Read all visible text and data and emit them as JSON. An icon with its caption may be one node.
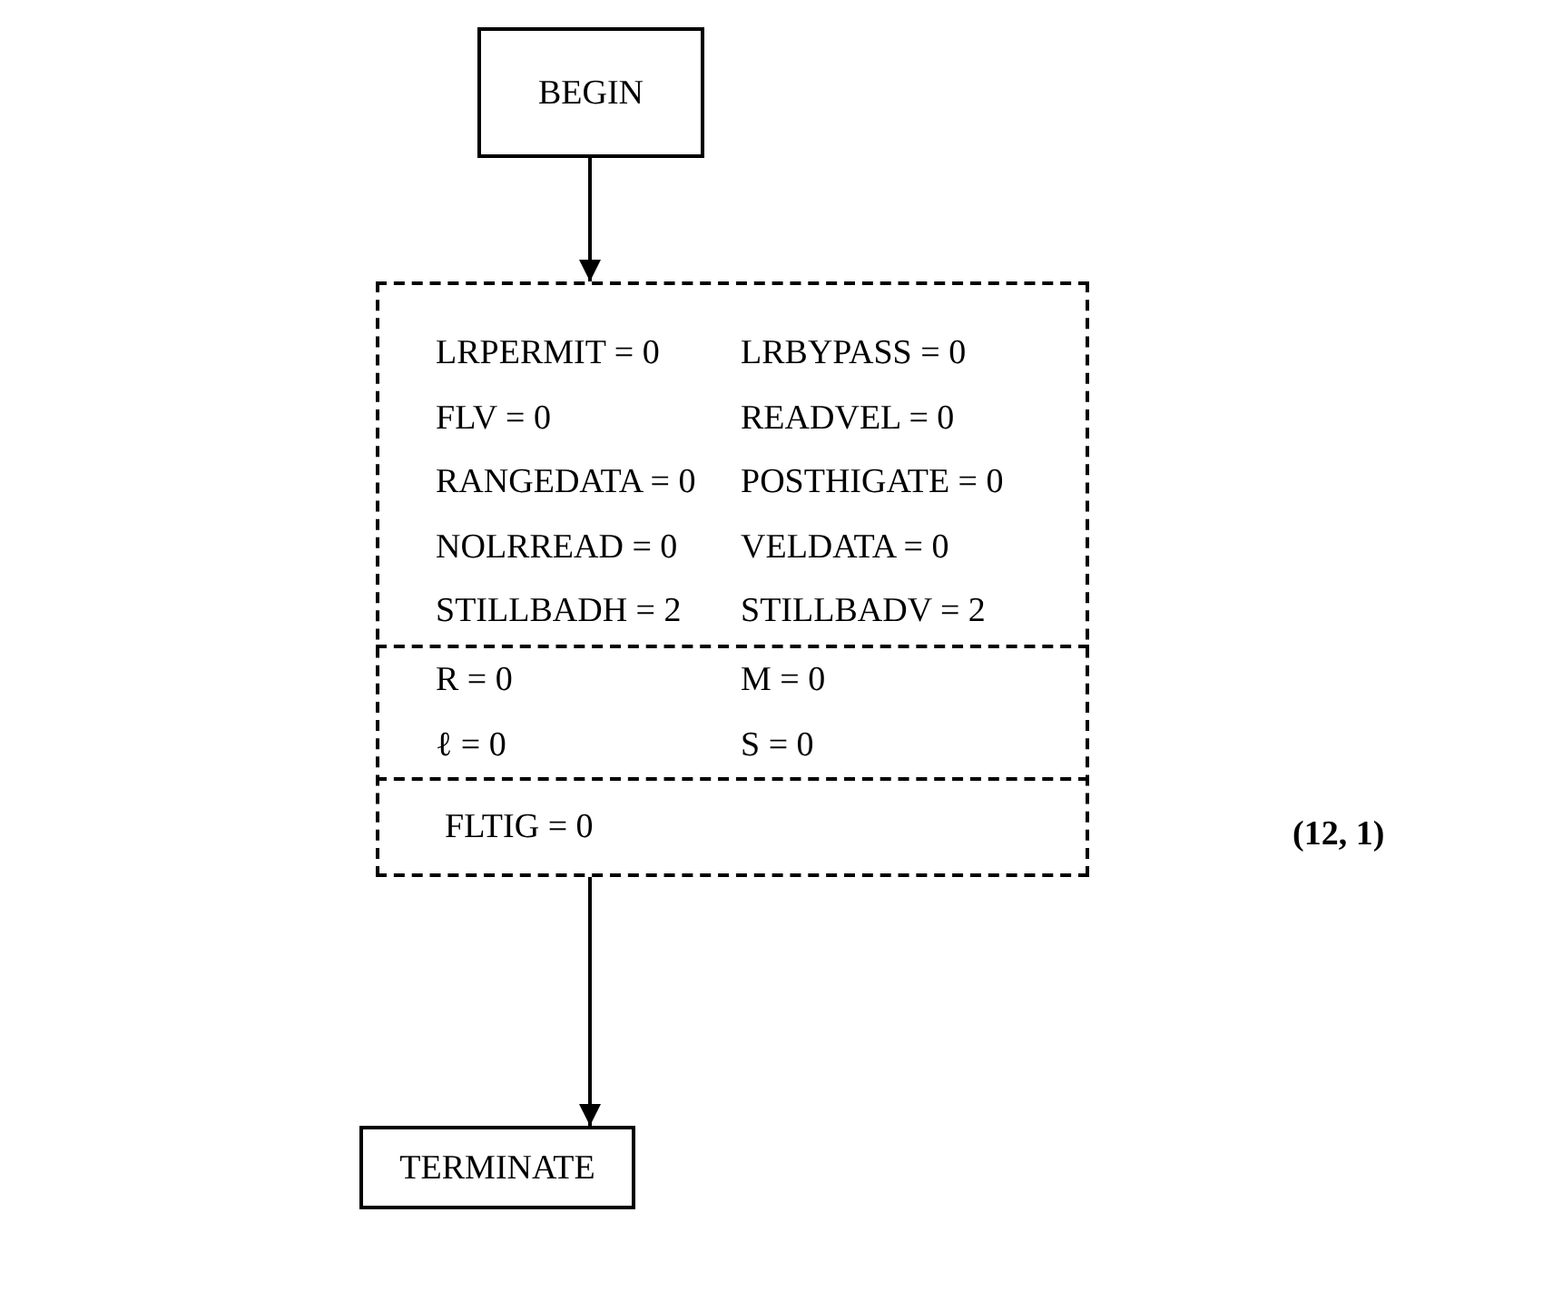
{
  "diagram": {
    "nodes": [
      {
        "text": [
          "BEGIN"
        ]
      },
      {
        "text": [],
        "shape": "box"
      },
      {
        "text": [
          "LRPERMIT = 0",
          "LRBYPASS = 0",
          "FLV = 0",
          "READVEL = 0",
          "RANGEDATA = 0",
          "POSTHIGATE = 0",
          "NOLRREAD = 0",
          "VELDATA = 0",
          "STILLBADH = 2",
          "STILLBADV = 2"
        ],
        "in": 1
      },
      {
        "text": [
          "R = 0",
          "M = 0",
          "ℓ = 0",
          "S = 0"
        ],
        "in": 1
      },
      {
        "text": [
          "FLTIG = 0"
        ],
        "in": 1
      },
      {
        "text": [
          "TERMINATE"
        ]
      }
    ],
    "edges": [
      {
        "from": 0,
        "to": 1,
        "arrow": "to"
      },
      {
        "from": 1,
        "to": 5,
        "arrow": "to"
      }
    ],
    "labels": [
      "(12, 1)"
    ]
  }
}
